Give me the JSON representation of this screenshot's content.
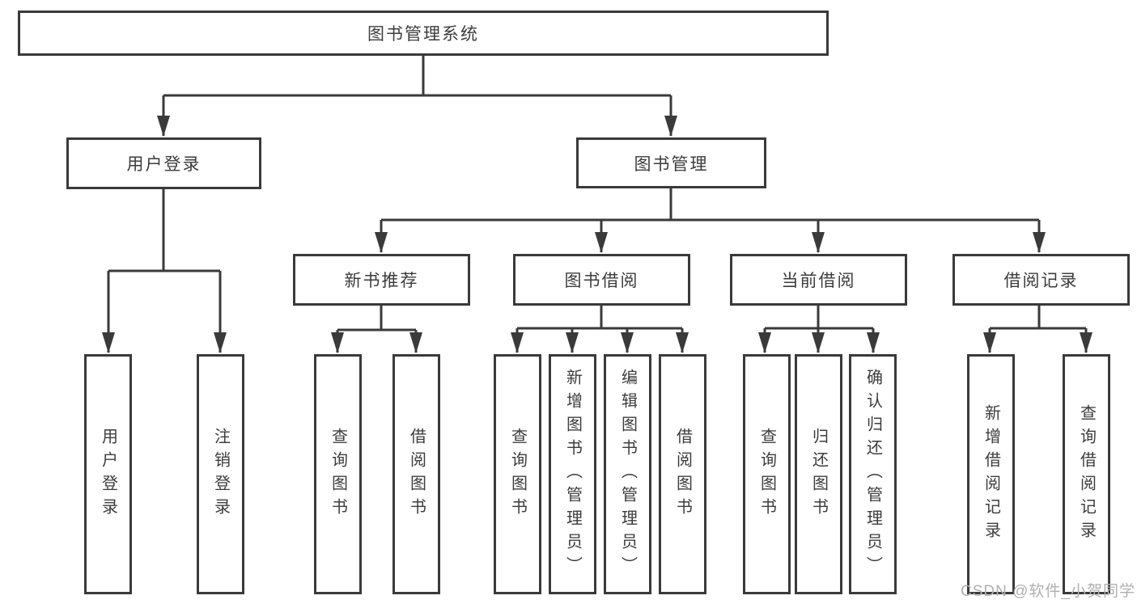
{
  "tree": {
    "label": "图书管理系统",
    "children": [
      {
        "label": "用户登录",
        "children": [
          {
            "label": "用户登录"
          },
          {
            "label": "注销登录"
          }
        ]
      },
      {
        "label": "图书管理",
        "children": [
          {
            "label": "新书推荐",
            "children": [
              {
                "label": "查询图书"
              },
              {
                "label": "借阅图书"
              }
            ]
          },
          {
            "label": "图书借阅",
            "children": [
              {
                "label": "查询图书"
              },
              {
                "label": "新增图书（管理员）"
              },
              {
                "label": "编辑图书（管理员）"
              },
              {
                "label": "借阅图书"
              }
            ]
          },
          {
            "label": "当前借阅",
            "children": [
              {
                "label": "查询图书"
              },
              {
                "label": "归还图书"
              },
              {
                "label": "确认归还（管理员）"
              }
            ]
          },
          {
            "label": "借阅记录",
            "children": [
              {
                "label": "新增借阅记录"
              },
              {
                "label": "查询借阅记录"
              }
            ]
          }
        ]
      }
    ]
  },
  "watermark": "CSDN @软件_小贺同学",
  "colors": {
    "line": "#3a3a3a",
    "text": "#3c3c3c",
    "box_background": "#ffffff",
    "page_background": "#ffffff",
    "watermark": "#b0b0b0"
  }
}
